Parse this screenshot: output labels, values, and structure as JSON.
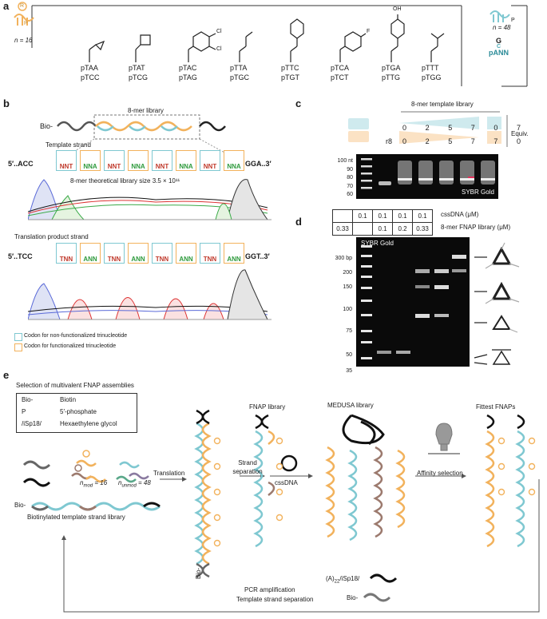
{
  "panels": {
    "a": "a",
    "b": "b",
    "c": "c",
    "d": "d",
    "e": "e"
  },
  "panel_a": {
    "n_left": "n = 16",
    "n_right": "n = 48",
    "p_mark": "P",
    "r_mark": "R",
    "right_codon_top": "G",
    "right_codon_mid": "C",
    "right_codon_bottom": "pANN",
    "codons": [
      {
        "top": "pTAA",
        "bottom": "pTCC",
        "sub": ""
      },
      {
        "top": "pTAT",
        "bottom": "pTCG",
        "sub": ""
      },
      {
        "top": "pTAC",
        "bottom": "pTAG",
        "sub": "Cl"
      },
      {
        "top": "pTTA",
        "bottom": "pTGC",
        "sub": ""
      },
      {
        "top": "pTTC",
        "bottom": "pTGT",
        "sub": ""
      },
      {
        "top": "pTCA",
        "bottom": "pTCT",
        "sub": "F"
      },
      {
        "top": "pTGA",
        "bottom": "pTTG",
        "sub": "OH"
      },
      {
        "top": "pTTT",
        "bottom": "pTGG",
        "sub": ""
      }
    ],
    "cl_second": "Cl"
  },
  "panel_b": {
    "library_label": "8-mer library",
    "bio_prefix": "Bio-",
    "template_title": "Template strand",
    "template_left": "5′..ACC",
    "template_right": "GGA..3′",
    "library_size": "8-mer theoretical library size 3.5 × 10¹¹",
    "translation_title": "Translation product strand",
    "translation_left": "5′..TCC",
    "translation_right": "GGT..3′",
    "legend_blue": "Codon for non-functionalized trinucleotide",
    "legend_orange": "Codon for functionalized trinucleotide",
    "template_codons": [
      "NNT",
      "NNA",
      "NNT",
      "NNA",
      "NNT",
      "NNA",
      "NNT",
      "NNA"
    ],
    "product_codons": [
      "TNN",
      "ANN",
      "TNN",
      "ANN",
      "TNN",
      "ANN",
      "TNN",
      "ANN"
    ]
  },
  "panel_c": {
    "title": "8-mer template library",
    "row1": [
      "0",
      "2",
      "5",
      "7",
      "0",
      "7"
    ],
    "row2_label": "r8",
    "row2": [
      "0",
      "2",
      "5",
      "7",
      "7",
      "0"
    ],
    "equiv": "Equiv.",
    "markers": [
      "100 nt",
      "90",
      "80",
      "70",
      "60"
    ],
    "stain": "SYBR Gold"
  },
  "panel_d": {
    "row1": [
      "",
      "0.1",
      "0.1",
      "0.1",
      "0.1"
    ],
    "row2": [
      "0.33",
      "",
      "0.1",
      "0.2",
      "0.33"
    ],
    "row1_label": "cssDNA (μM)",
    "row2_label": "8-mer FNAP library (μM)",
    "stain": "SYBR Gold",
    "markers": [
      "300 bp",
      "200",
      "150",
      "100",
      "75",
      "50",
      "35"
    ]
  },
  "panel_e": {
    "title": "Selection of multivalent FNAP assemblies",
    "legend": [
      {
        "k": "Bio-",
        "v": "Biotin"
      },
      {
        "k": "P",
        "v": "5′-phosphate"
      },
      {
        "k": "/iSp18/",
        "v": "Hexaethylene glycol"
      }
    ],
    "n_mod": "n",
    "n_mod_sub": "mod",
    "n_mod_val": " = 16",
    "n_unmod": "n",
    "n_unmod_sub": "unmod",
    "n_unmod_val": " = 48",
    "bio_label": "Bio-",
    "biotinylated_label": "Biotinylated template strand library",
    "translation": "Translation",
    "strand": "Strand",
    "separation": "separation",
    "cssdna": "cssDNA",
    "fnap_library": "FNAP library",
    "medusa_library": "MEDUSA library",
    "affinity": "Affinity selection",
    "fittest": "Fittest FNAPs",
    "pcr1": "PCR amplification",
    "pcr2": "Template strand separation",
    "a22": "(A)",
    "a22_sub": "22",
    "isp": "/iSp18/",
    "bio_bottom": "Bio-",
    "bio_vertical": "Bio-"
  }
}
